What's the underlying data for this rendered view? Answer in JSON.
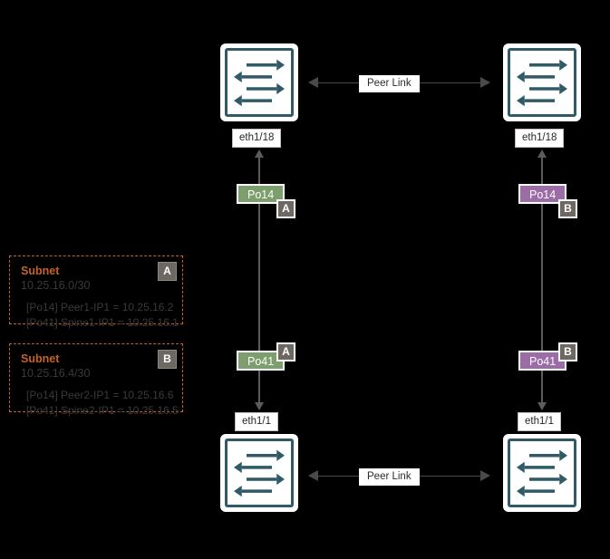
{
  "colors": {
    "background": "#000000",
    "switch_outline": "#2f5a66",
    "po_green": "#7d9e6d",
    "po_purple": "#9c6ca6",
    "tag_gray": "#6e6862",
    "subnet_border": "#c4622a",
    "subnet_title": "#c4622a",
    "link_gray": "#5c5c5c"
  },
  "devices": [
    {
      "name": "spine-left",
      "port_label": "eth1/18",
      "port_position": "below"
    },
    {
      "name": "spine-right",
      "port_label": "eth1/18",
      "port_position": "below"
    },
    {
      "name": "peer-left",
      "port_label": "eth1/1",
      "port_position": "above"
    },
    {
      "name": "peer-right",
      "port_label": "eth1/1",
      "port_position": "above"
    }
  ],
  "peer_links": [
    {
      "label": "Peer Link",
      "position": "top"
    },
    {
      "label": "Peer Link",
      "position": "bottom"
    }
  ],
  "port_channels": [
    {
      "name": "po14-left",
      "label": "Po14",
      "color": "green",
      "tag": "A"
    },
    {
      "name": "po14-right",
      "label": "Po14",
      "color": "purple",
      "tag": "B"
    },
    {
      "name": "po41-left",
      "label": "Po41",
      "color": "green",
      "tag": "A"
    },
    {
      "name": "po41-right",
      "label": "Po41",
      "color": "purple",
      "tag": "B"
    }
  ],
  "subnets": [
    {
      "title": "Subnet",
      "cidr": "10.25.16.0/30",
      "tag": "A",
      "lines": [
        "[Po14] Peer1-IP1 = 10.25.16.2",
        "[Po41] Spine1-IP1 = 10.25.16.1"
      ]
    },
    {
      "title": "Subnet",
      "cidr": "10.25.16.4/30",
      "tag": "B",
      "lines": [
        "[Po14] Peer2-IP1 = 10.25.16.6",
        "[Po41] Spine2-IP1 = 10.25.16.5"
      ]
    }
  ]
}
